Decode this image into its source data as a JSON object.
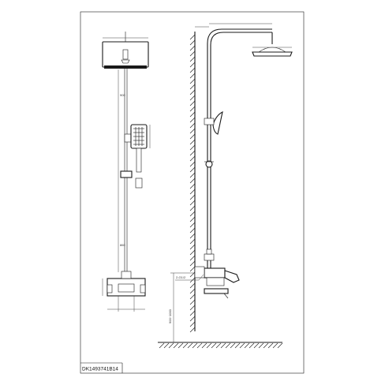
{
  "drawing": {
    "model_code": "DK1493741B14",
    "labels": {
      "thread": "2-G1/2",
      "install_height": "900~1000"
    },
    "dimension_notes": {
      "front_riser_upper": "900",
      "front_riser_lower": "860"
    }
  },
  "colors": {
    "line": "#1a1a1a",
    "background": "#ffffff"
  }
}
